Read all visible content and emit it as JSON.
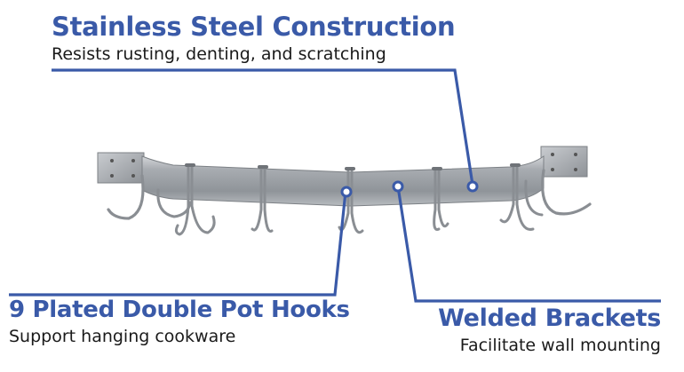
{
  "callouts": [
    {
      "title": "Stainless Steel Construction",
      "subtitle": "Resists rusting, denting, and scratching"
    },
    {
      "title": "9 Plated Double Pot Hooks",
      "subtitle": "Support hanging cookware"
    },
    {
      "title": "Welded Brackets",
      "subtitle": "Facilitate wall mounting"
    }
  ],
  "colors": {
    "accent": "#3a5aa8",
    "steel": "#9a9ea3",
    "text": "#1a1a1a"
  }
}
